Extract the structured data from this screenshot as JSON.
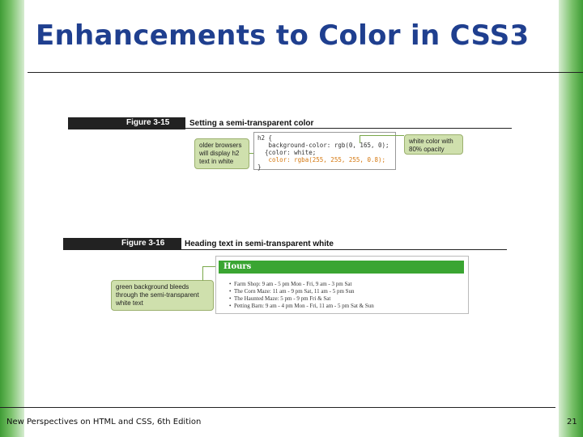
{
  "slide": {
    "title": "Enhancements to Color in CSS3",
    "page_number": "21",
    "footer": "New Perspectives on HTML and CSS, 6th Edition"
  },
  "figure_315": {
    "number": "Figure 3-15",
    "caption": "Setting a semi-transparent color",
    "code": [
      "h2 {",
      "   background-color: rgb(0, 165, 0);",
      "  {color: white;",
      "   color: rgba(255, 255, 255, 0.8);",
      "}"
    ],
    "callout_left": [
      "older browsers",
      "will display h2",
      "text in white"
    ],
    "callout_right": [
      "white color with",
      "80% opacity"
    ]
  },
  "figure_316": {
    "number": "Figure 3-16",
    "caption": "Heading text in semi-transparent white",
    "heading": "Hours",
    "items": [
      "Farm Shop: 9 am - 5 pm Mon - Fri, 9 am - 3 pm Sat",
      "The Corn Maze: 11 am - 9 pm Sat, 11 am - 5 pm Sun",
      "The Haunted Maze: 5 pm - 9 pm Fri & Sat",
      "Petting Barn: 9 am - 4 pm Mon - Fri, 11 am - 5 pm Sat & Sun"
    ],
    "callout": [
      "green background bleeds",
      "through the semi-transparent",
      "white text"
    ]
  },
  "colors": {
    "title": "#1f3f8f",
    "side_bars": "#3f9c35",
    "heading_bar": "#3aa532",
    "callout": "#cfe0ad",
    "code_highlight": "#d4760c"
  }
}
